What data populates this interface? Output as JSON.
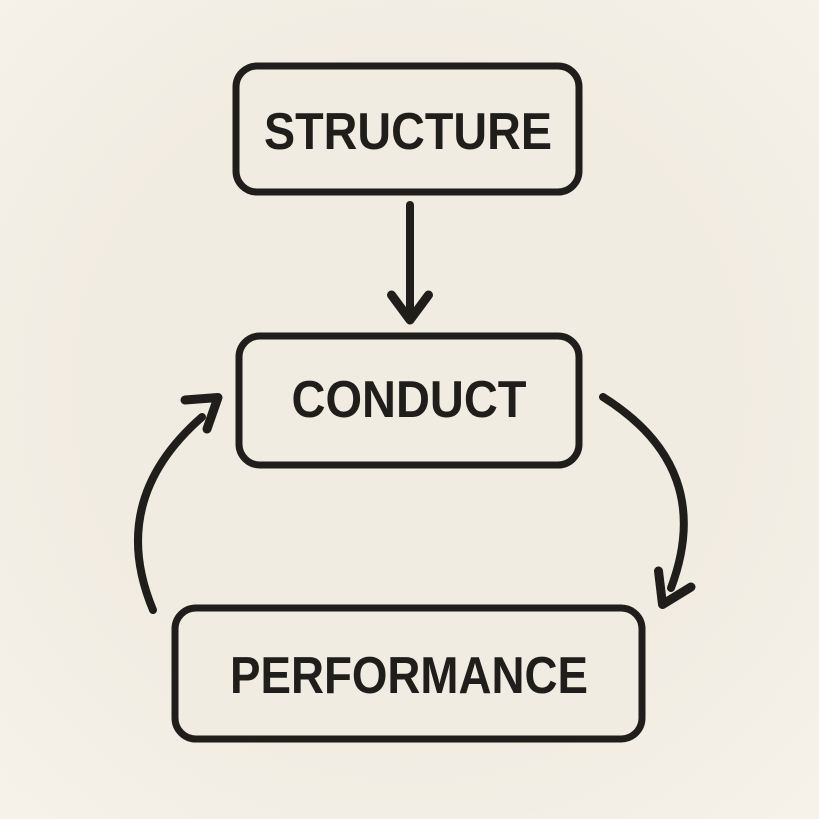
{
  "colors": {
    "bg": "#F1ECE2",
    "ink": "#201E1A"
  },
  "diagram": {
    "nodes": [
      {
        "id": "structure",
        "label": "STRUCTURE"
      },
      {
        "id": "conduct",
        "label": "CONDUCT"
      },
      {
        "id": "performance",
        "label": "PERFORMANCE"
      }
    ],
    "edges": [
      {
        "from": "structure",
        "to": "conduct",
        "shape": "straight-down-arrow"
      },
      {
        "from": "conduct",
        "to": "performance",
        "shape": "curved-right-arrow"
      },
      {
        "from": "performance",
        "to": "conduct",
        "shape": "curved-left-arrow"
      }
    ]
  }
}
